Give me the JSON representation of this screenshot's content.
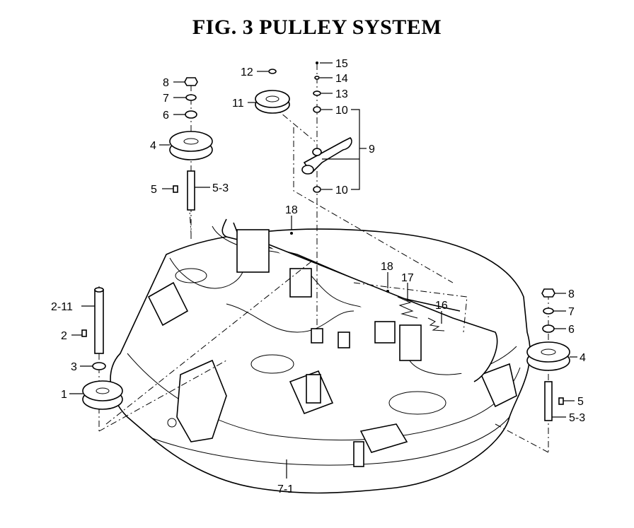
{
  "figure": {
    "title": "FIG.  3  PULLEY SYSTEM"
  },
  "callouts": [
    {
      "id": "c15",
      "text": "15"
    },
    {
      "id": "c14",
      "text": "14"
    },
    {
      "id": "c13",
      "text": "13"
    },
    {
      "id": "c12",
      "text": "12"
    },
    {
      "id": "c11",
      "text": "11"
    },
    {
      "id": "c10a",
      "text": "10"
    },
    {
      "id": "c10b",
      "text": "10"
    },
    {
      "id": "c9",
      "text": "9"
    },
    {
      "id": "c8a",
      "text": "8"
    },
    {
      "id": "c7a",
      "text": "7"
    },
    {
      "id": "c6a",
      "text": "6"
    },
    {
      "id": "c4a",
      "text": "4"
    },
    {
      "id": "c5a",
      "text": "5"
    },
    {
      "id": "c53a",
      "text": "5-3"
    },
    {
      "id": "c18a",
      "text": "18"
    },
    {
      "id": "c18b",
      "text": "18"
    },
    {
      "id": "c17",
      "text": "17"
    },
    {
      "id": "c16",
      "text": "16"
    },
    {
      "id": "c211",
      "text": "2-11"
    },
    {
      "id": "c2",
      "text": "2"
    },
    {
      "id": "c3",
      "text": "3"
    },
    {
      "id": "c1",
      "text": "1"
    },
    {
      "id": "c8b",
      "text": "8"
    },
    {
      "id": "c7b",
      "text": "7"
    },
    {
      "id": "c6b",
      "text": "6"
    },
    {
      "id": "c4b",
      "text": "4"
    },
    {
      "id": "c5b",
      "text": "5"
    },
    {
      "id": "c53b",
      "text": "5-3"
    },
    {
      "id": "c71",
      "text": "7-1"
    }
  ]
}
